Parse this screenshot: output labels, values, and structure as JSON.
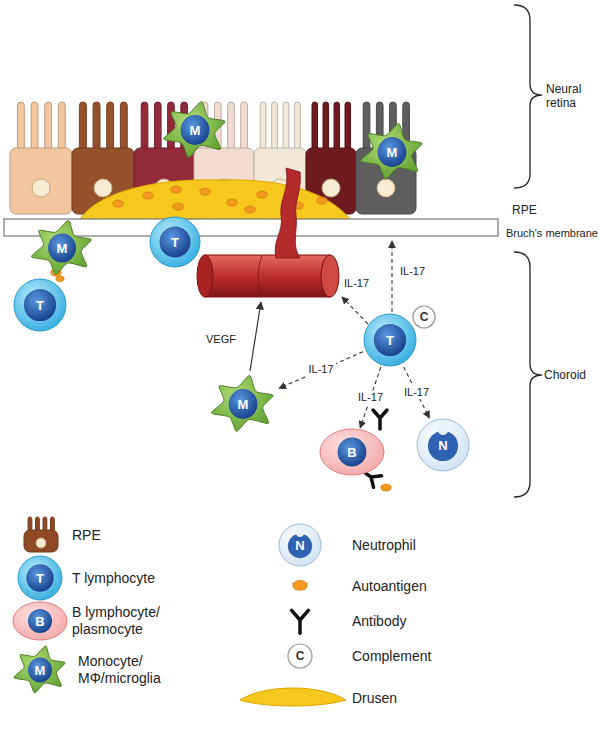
{
  "diagram": {
    "nodes": [
      {
        "text": [
          "M"
        ]
      },
      {
        "text": [
          "M"
        ]
      },
      {
        "text": [
          "M"
        ]
      },
      {
        "text": [
          "T"
        ]
      },
      {
        "text": [
          "T"
        ]
      },
      {
        "text": [
          "T"
        ]
      },
      {
        "text": [
          "C"
        ]
      },
      {
        "text": [
          "M"
        ]
      },
      {
        "text": [
          "B"
        ]
      },
      {
        "text": [
          "N"
        ]
      },
      {
        "text": [
          "T"
        ]
      },
      {
        "text": [
          "B"
        ]
      },
      {
        "text": [
          "M"
        ]
      },
      {
        "text": [
          "N"
        ]
      },
      {
        "text": [
          "C"
        ]
      }
    ],
    "edges": [
      {
        "from": 5,
        "to": 7,
        "label": "IL-17",
        "arrow": "to"
      },
      {
        "from": 5,
        "to": 8,
        "label": "IL-17",
        "arrow": "to"
      },
      {
        "from": 5,
        "to": 9,
        "label": "IL-17",
        "arrow": "to"
      }
    ],
    "labels": [
      "Neural retina",
      "RPE",
      "Bruch's membrane",
      "Choroid",
      "IL-17",
      "IL-17",
      "VEGF"
    ],
    "legend": [
      {
        "text": "RPE"
      },
      {
        "text": "T lymphocyte"
      },
      {
        "text": "B lymphocyte/ plasmocyte"
      },
      {
        "text": "Monocyte/ MΦ/microglia"
      },
      {
        "text": "Neutrophil"
      },
      {
        "text": "Autoantigen"
      },
      {
        "text": "Antibody"
      },
      {
        "text": "Complement"
      },
      {
        "text": "Drusen"
      }
    ]
  }
}
